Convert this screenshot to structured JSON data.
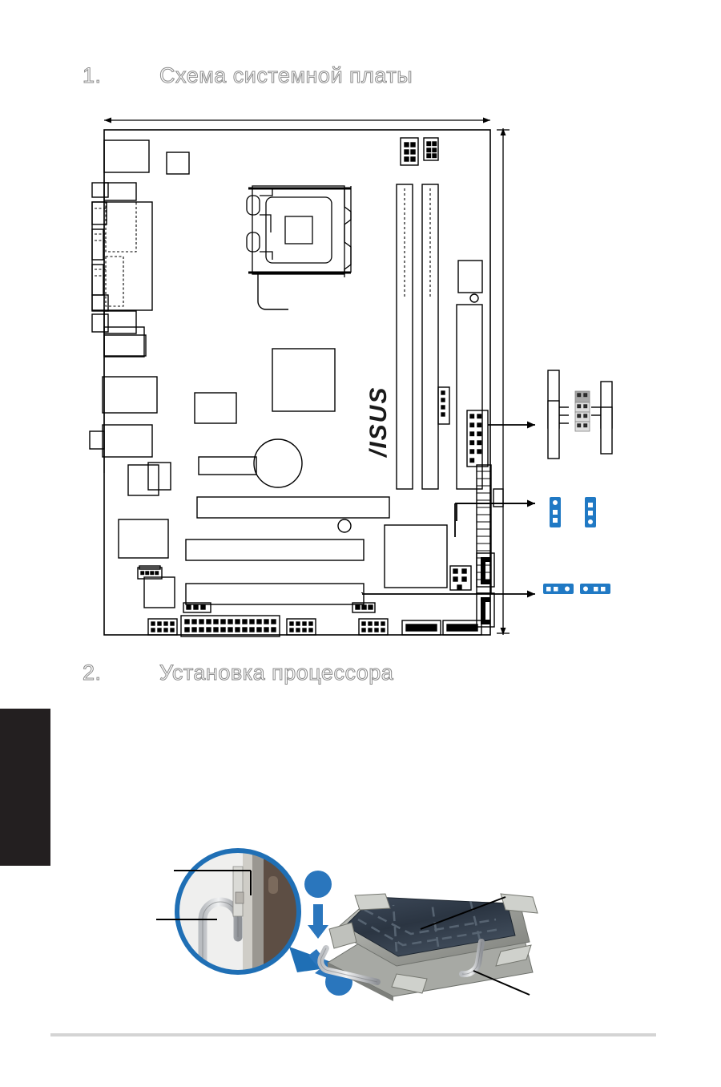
{
  "page": {
    "language": "ru",
    "background": "#ffffff",
    "edge_tab_color": "#231f20",
    "footer_rule_color": "#d4d4d4",
    "accent_blue": "#1f6fb5",
    "jumper_blue": "#2079c4",
    "line_color": "#000000"
  },
  "sections": [
    {
      "number": "1.",
      "title": "Схема системной платы",
      "style": "outlined"
    },
    {
      "number": "2.",
      "title": "Установка процессора",
      "style": "outlined"
    }
  ],
  "motherboard_diagram": {
    "name": "motherboard-layout",
    "dimension_arrows": {
      "top_horizontal": true,
      "right_vertical": true
    },
    "components": {
      "cpu_socket": "LGA775 socket",
      "dimm_slots": 2,
      "pci_slots": 3,
      "pci_express_slot": 1,
      "sata_connectors": 4,
      "atx_power_connector": true,
      "atx12v_connector": true,
      "cmos_battery": true,
      "chipset_northbridge": true,
      "chipset_southbridge": true,
      "io_panel_ports": [
        "ps2-keyboard-mouse",
        "parallel-port",
        "serial-port",
        "vga-port",
        "lan-port",
        "usb-ports",
        "audio-jacks"
      ],
      "front_panel_header": true,
      "fan_headers": 3,
      "floppy_connector": true,
      "ide_connector": true
    },
    "callouts": [
      {
        "id": "callout-front-panel",
        "type": "front-panel-connector-detail",
        "arrow": "right"
      },
      {
        "id": "callout-jumper-vertical",
        "type": "jumper-setting-vertical",
        "arrow": "right",
        "icons": 2
      },
      {
        "id": "callout-jumper-horizontal",
        "type": "jumper-setting-horizontal",
        "arrow": "right",
        "icons": 2
      }
    ],
    "brand_logo": "ASUS"
  },
  "cpu_installation": {
    "name": "cpu-socket-illustration",
    "magnifier": {
      "shown": true,
      "subject": "load-lever-retention-tab",
      "leader_lines": 2
    },
    "step_badges": [
      {
        "id": "step-badge-1",
        "shown": true
      },
      {
        "id": "step-badge-2",
        "shown": true
      }
    ],
    "arrows": [
      {
        "id": "arrow-press-down",
        "direction": "down"
      },
      {
        "id": "arrow-lift-out",
        "direction": "down-left"
      }
    ],
    "socket": {
      "type": "LGA775",
      "protective_cap": true,
      "load_plate": true,
      "load_lever": true,
      "leader_lines": 2
    }
  }
}
